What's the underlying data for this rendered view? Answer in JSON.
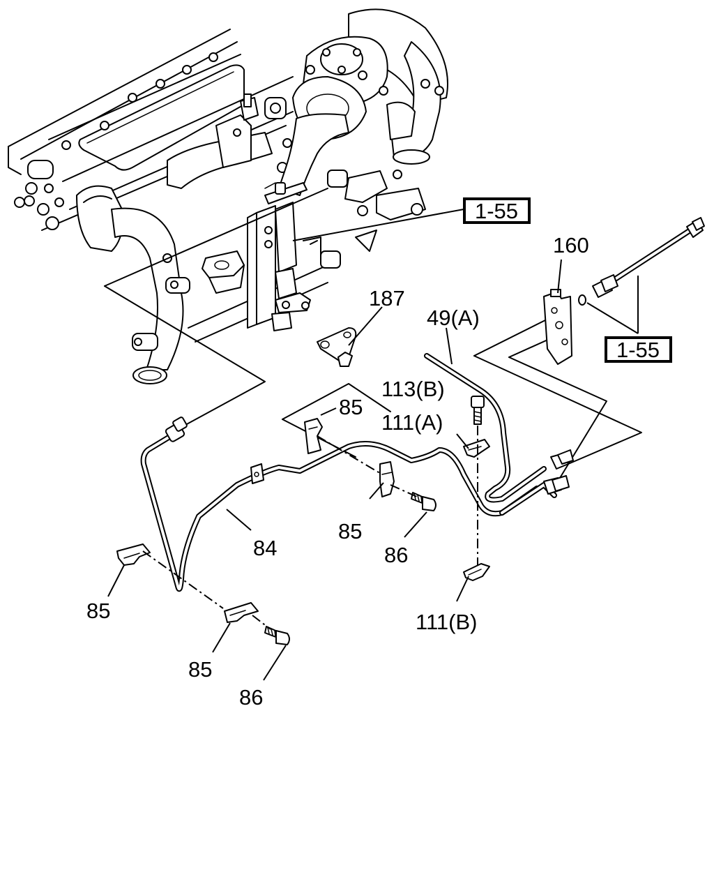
{
  "refs": {
    "ref_1_55_top": "1-55",
    "ref_1_55_right": "1-55"
  },
  "labels": {
    "l160": "160",
    "l187": "187",
    "l49a": "49(A)",
    "l113b": "113(B)",
    "l111a": "111(A)",
    "l85_a": "85",
    "l85_b": "85",
    "l85_c": "85",
    "l85_d": "85",
    "l84": "84",
    "l86_a": "86",
    "l86_b": "86",
    "l111b": "111(B)"
  }
}
